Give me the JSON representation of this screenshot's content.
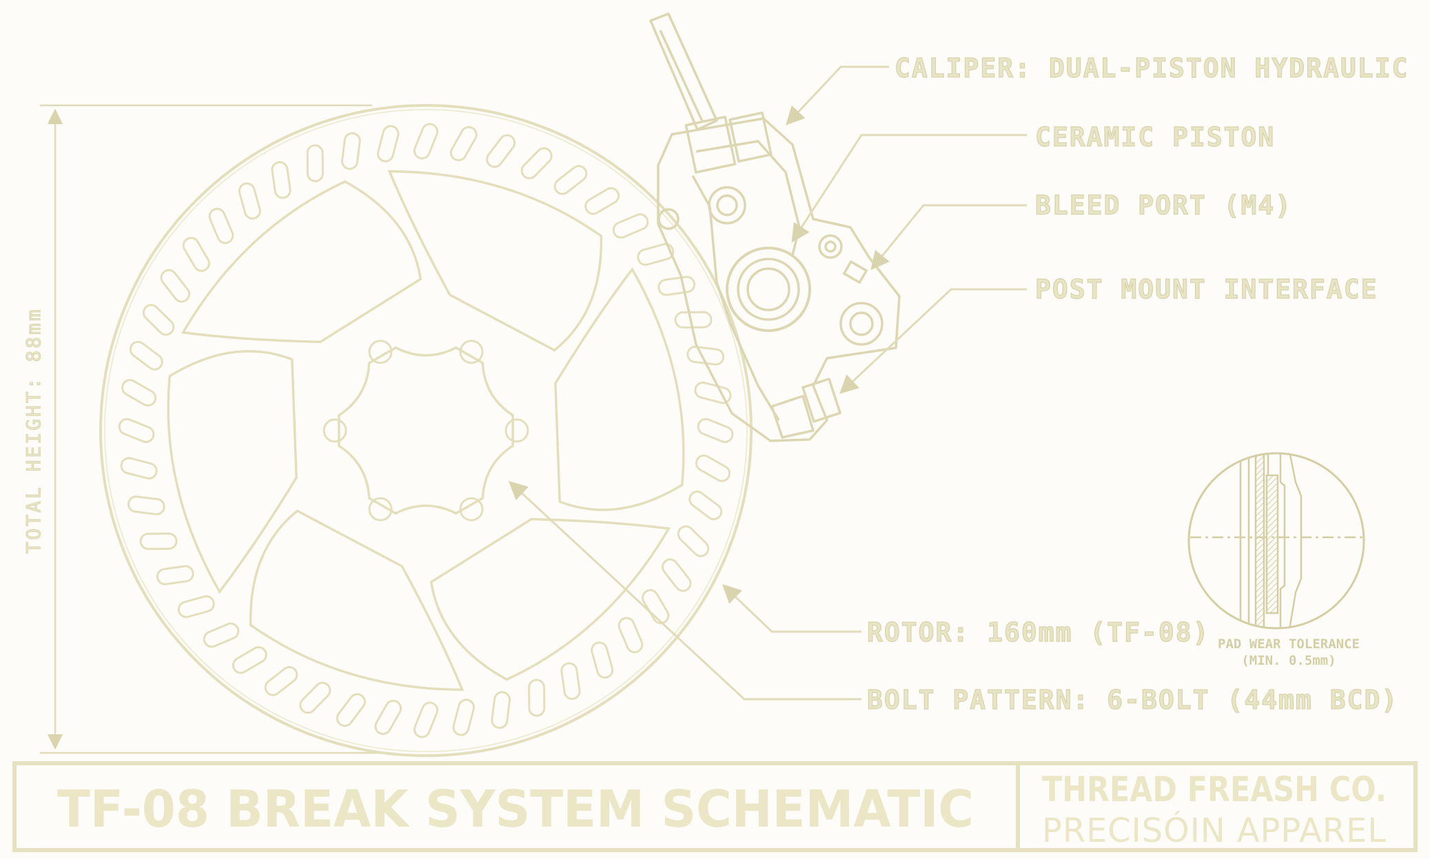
{
  "colors": {
    "ink": "#e6e1c0",
    "ink_dark": "#d4cea4",
    "paper": "#fdfcf8"
  },
  "dimension": {
    "label": "TOTAL HEIGHT: 88mm"
  },
  "callouts": {
    "caliper": "CALIPER: DUAL-PISTON HYDRAULIC",
    "piston": "CERAMIC PISTON",
    "bleed": "BLEED PORT (M4)",
    "mount": "POST MOUNT INTERFACE",
    "rotor": "ROTOR: 160mm (TF-08)",
    "bolt": "BOLT PATTERN: 6-BOLT (44mm BCD)"
  },
  "detail": {
    "line1": "PAD WEAR TOLERANCE",
    "line2": "(MIN. 0.5mm)"
  },
  "title_block": {
    "title": "TF-08 BREAK SYSTEM SCHEMATIC",
    "brand": "THREAD FREASH CO.",
    "tagline": "PRECISÓIN APPAREL"
  }
}
